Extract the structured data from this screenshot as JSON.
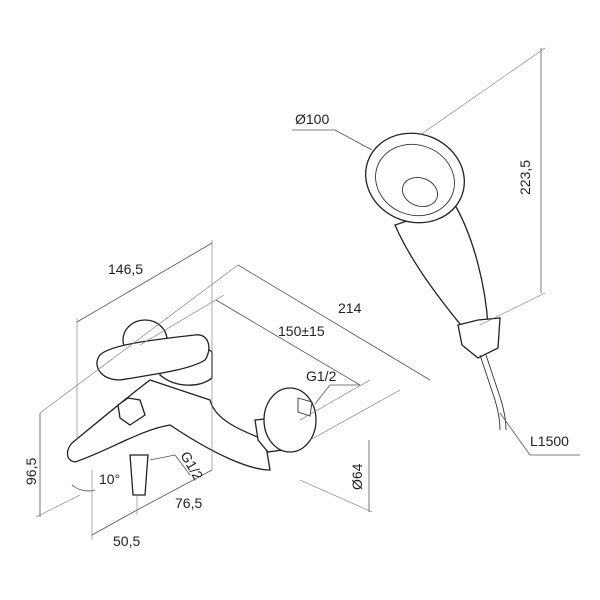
{
  "title": "Bath mixer with hand shower — dimensions",
  "dimensions": {
    "shower_head_diameter": "Ø100",
    "shower_height": "223,5",
    "mixer_width": "146,5",
    "overall_depth": "214",
    "center_distance": "150±15",
    "inlet_thread": "G1/2",
    "height": "96,5",
    "spout_angle": "10°",
    "outlet_thread": "G1/2",
    "spout_to_wall": "76,5",
    "spout_offset": "50,5",
    "flange_diameter": "Ø64",
    "hose_length": "L1500"
  }
}
